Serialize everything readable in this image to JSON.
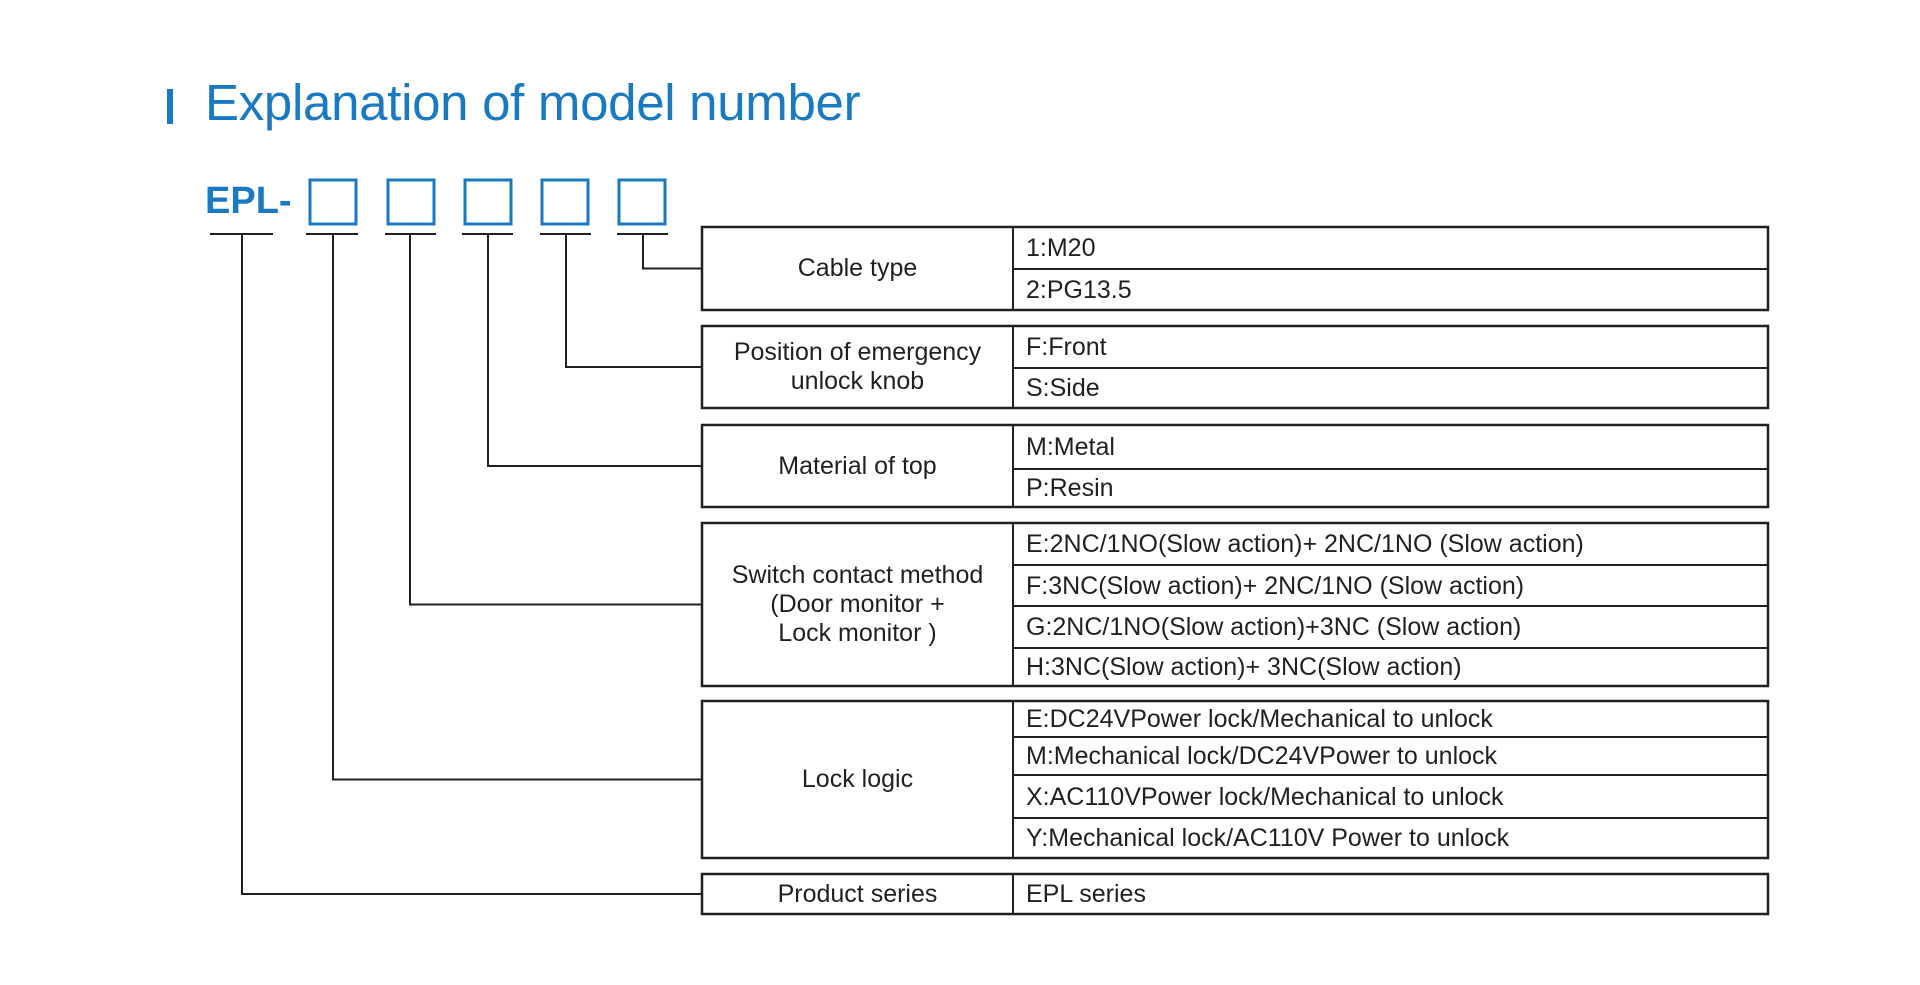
{
  "title": "Explanation of model number",
  "model_prefix": "EPL-",
  "colors": {
    "accent": "#1a7ac1",
    "line": "#231f20"
  },
  "groups": [
    {
      "category": "Cable type",
      "options": [
        "1:M20",
        "2:PG13.5"
      ]
    },
    {
      "category": "Position of emergency\nunlock knob",
      "options": [
        "F:Front",
        "S:Side"
      ]
    },
    {
      "category": "Material of top",
      "options": [
        "M:Metal",
        "P:Resin"
      ]
    },
    {
      "category": "Switch contact method\n(Door monitor +\nLock monitor )",
      "options": [
        "E:2NC/1NO(Slow action)+ 2NC/1NO (Slow action)",
        "F:3NC(Slow action)+ 2NC/1NO (Slow action)",
        "G:2NC/1NO(Slow action)+3NC (Slow action)",
        "H:3NC(Slow action)+ 3NC(Slow action)"
      ]
    },
    {
      "category": "Lock logic",
      "options": [
        "E:DC24VPower lock/Mechanical to unlock",
        "M:Mechanical lock/DC24VPower to unlock",
        "X:AC110VPower lock/Mechanical to unlock",
        "Y:Mechanical lock/AC110V Power to unlock"
      ]
    },
    {
      "category": "Product series",
      "options": [
        "EPL series"
      ]
    }
  ]
}
